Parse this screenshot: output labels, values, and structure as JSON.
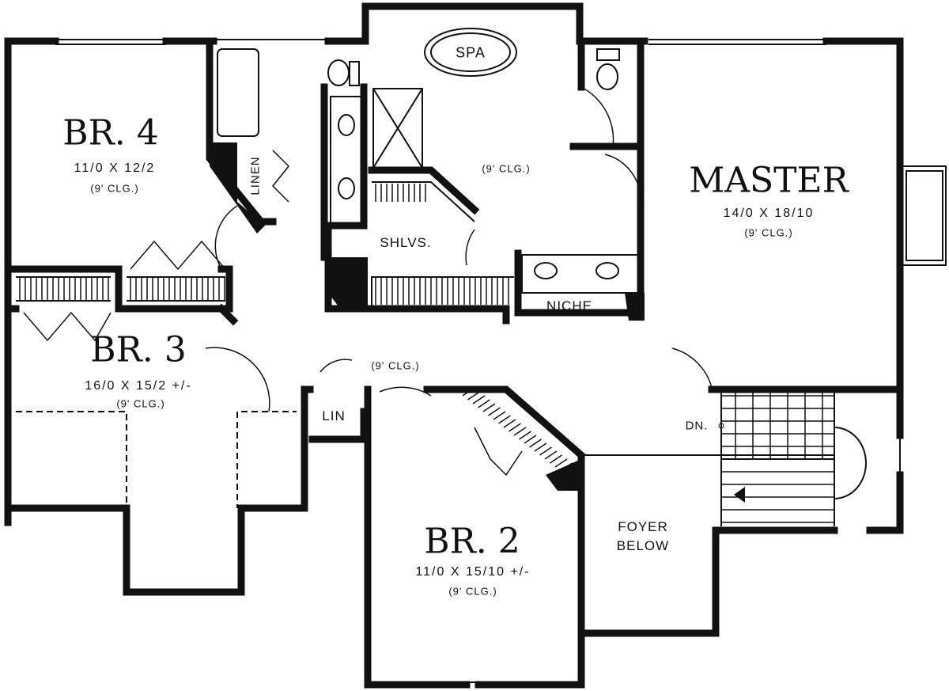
{
  "rooms": {
    "br4": {
      "name": "BR. 4",
      "size": "11/0 X 12/2",
      "ceiling": "(9' CLG.)"
    },
    "br3": {
      "name": "BR. 3",
      "size": "16/0 X 15/2 +/-",
      "ceiling": "(9' CLG.)"
    },
    "br2": {
      "name": "BR. 2",
      "size": "11/0 X 15/10 +/-",
      "ceiling": "(9' CLG.)"
    },
    "master": {
      "name": "MASTER",
      "size": "14/0 X 18/10",
      "ceiling": "(9' CLG.)"
    }
  },
  "labels": {
    "spa": "SPA",
    "linen": "LINEN",
    "shelves": "SHLVS.",
    "niche": "NICHE",
    "lin": "LIN",
    "down": "DN.",
    "foyer": "FOYER",
    "below": "BELOW",
    "bath_ceiling": "(9' CLG.)",
    "hall_ceiling": "(9' CLG.)"
  }
}
